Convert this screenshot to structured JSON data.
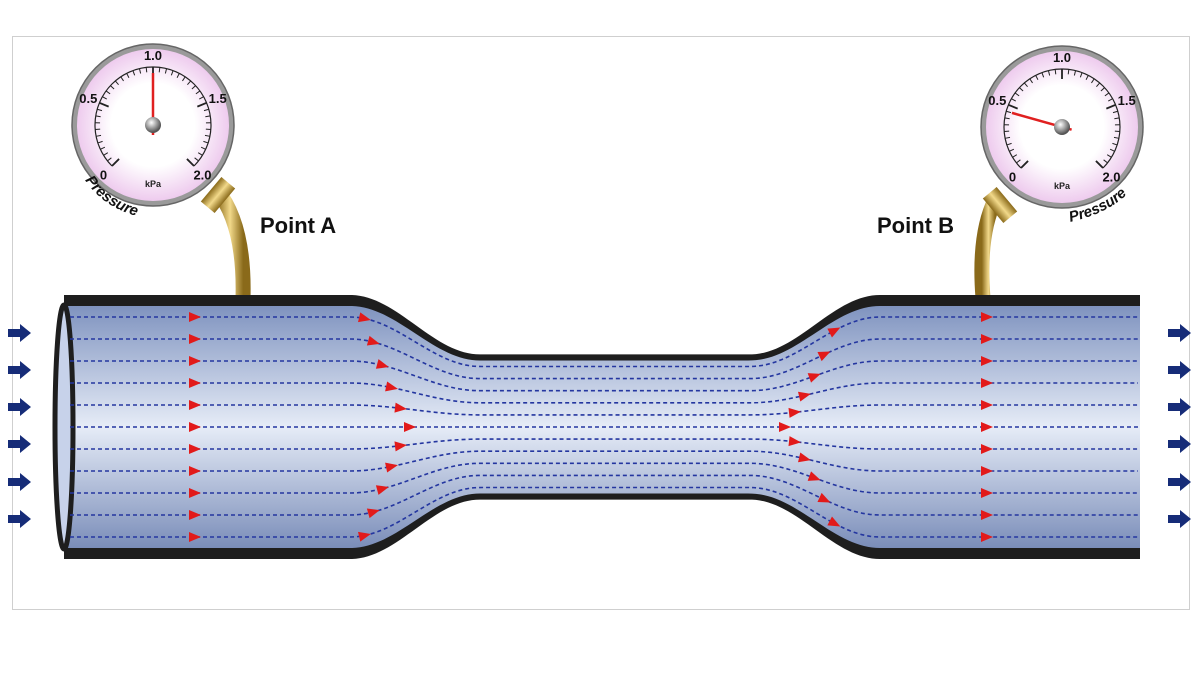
{
  "labels": {
    "point_a": "Point A",
    "point_b": "Point B"
  },
  "gauges": [
    {
      "id": "a",
      "value_kpa": 1.0,
      "unit": "kPa",
      "caption": "Pressure",
      "ticks": [
        "0",
        "0.5",
        "1.0",
        "1.5",
        "2.0"
      ]
    },
    {
      "id": "b",
      "value_kpa": 0.45,
      "unit": "kPa",
      "caption": "Pressure",
      "ticks": [
        "0",
        "0.5",
        "1.0",
        "1.5",
        "2.0"
      ]
    }
  ],
  "colors": {
    "pipe_outer": "#1e1e1e",
    "fluid": "#9fb4d8",
    "streamline": "#2436a0",
    "flow_arrow": "#e21a1a",
    "inlet_arrow": "#162c78",
    "gauge_face": "#f3d6f3",
    "brass": "#c9a23a"
  }
}
